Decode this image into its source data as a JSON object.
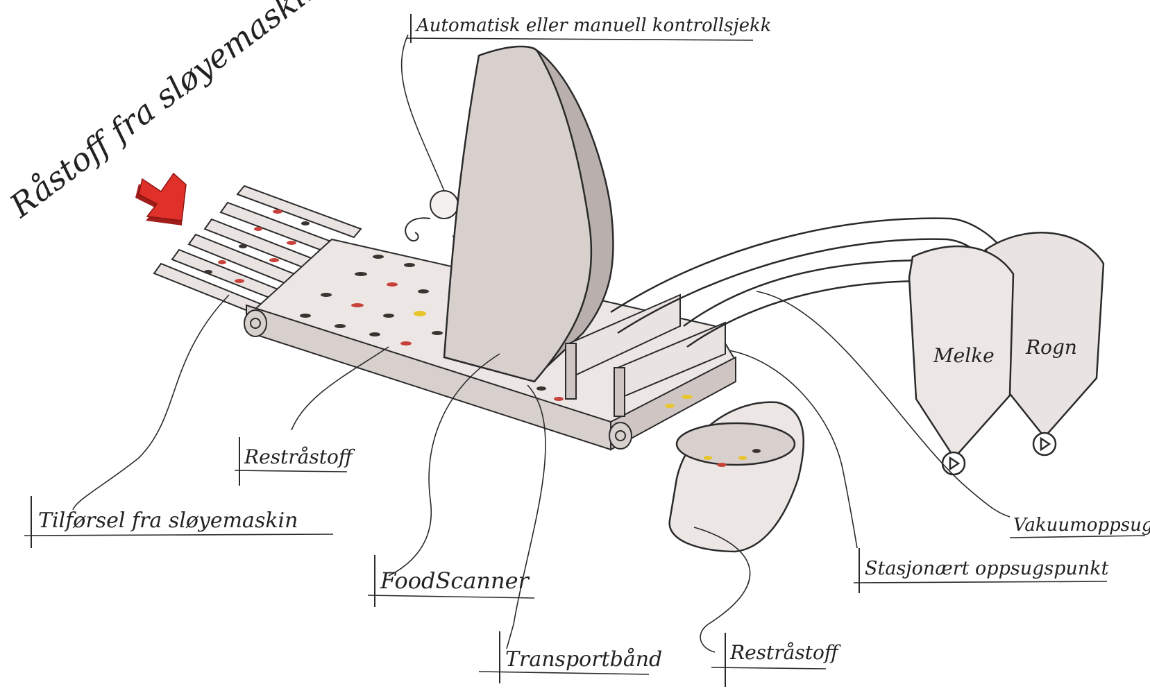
{
  "title": "Råstoff fra sløyemaskin",
  "labels": {
    "control_check": "Automatisk eller manuell kontrollsjekk",
    "residual_upper": "Restråstoff",
    "feed": "Tilførsel fra sløyemaskin",
    "foodscanner": "FoodScanner",
    "conveyor": "Transportbånd",
    "residual_lower": "Restråstoff",
    "vacuum": "Vakuumoppsug",
    "stationary_point": "Stasjonært oppsugspunkt"
  },
  "tanks": {
    "left": "Melke",
    "right": "Rogn"
  },
  "colors": {
    "arrow": "#e0302a",
    "arrow_dark": "#a01d1a",
    "body_fill": "#d8d0cd",
    "body_shade": "#b9b0ad",
    "belt_fill": "#ece7e5",
    "ink": "#2a2a2a",
    "fish_red": "#c8413b",
    "fish_yellow": "#e8c52a",
    "fish_dark": "#3a3330"
  }
}
